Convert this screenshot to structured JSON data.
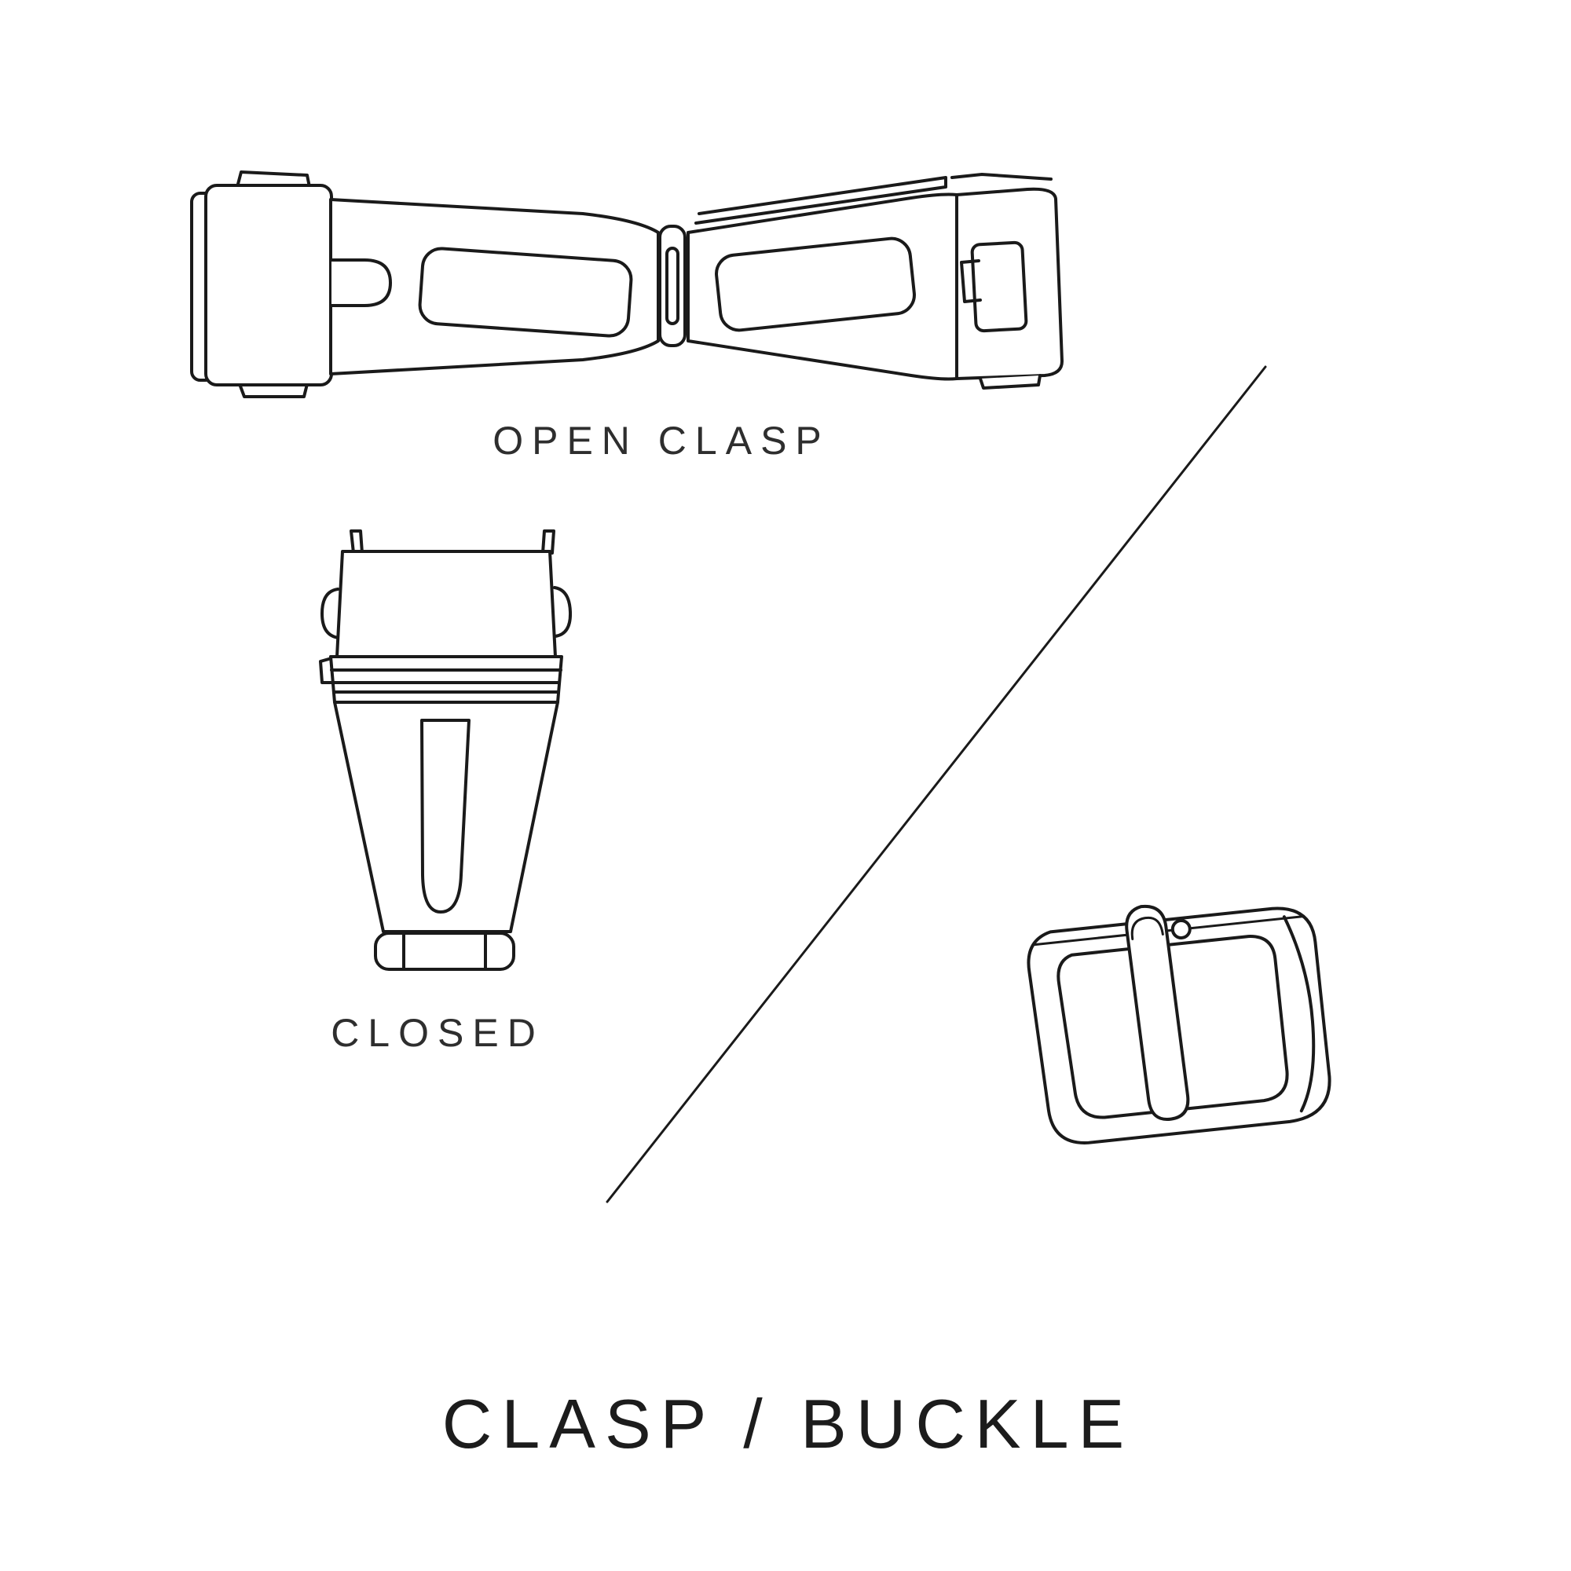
{
  "canvas": {
    "background": "#ffffff",
    "line_color": "#1a1a1a",
    "caption_color": "#2e2e2e",
    "title_color": "#1c1c1c"
  },
  "diagram": {
    "title": "CLASP / BUCKLE",
    "captions": {
      "open_clasp": "OPEN CLASP",
      "closed": "CLOSED"
    },
    "illustrations": [
      {
        "name": "open-clasp-illustration",
        "caption": "OPEN CLASP"
      },
      {
        "name": "closed-clasp-illustration",
        "caption": "CLOSED"
      },
      {
        "name": "buckle-illustration",
        "caption": ""
      }
    ],
    "divider": {
      "name": "diagonal-divider-line"
    }
  }
}
